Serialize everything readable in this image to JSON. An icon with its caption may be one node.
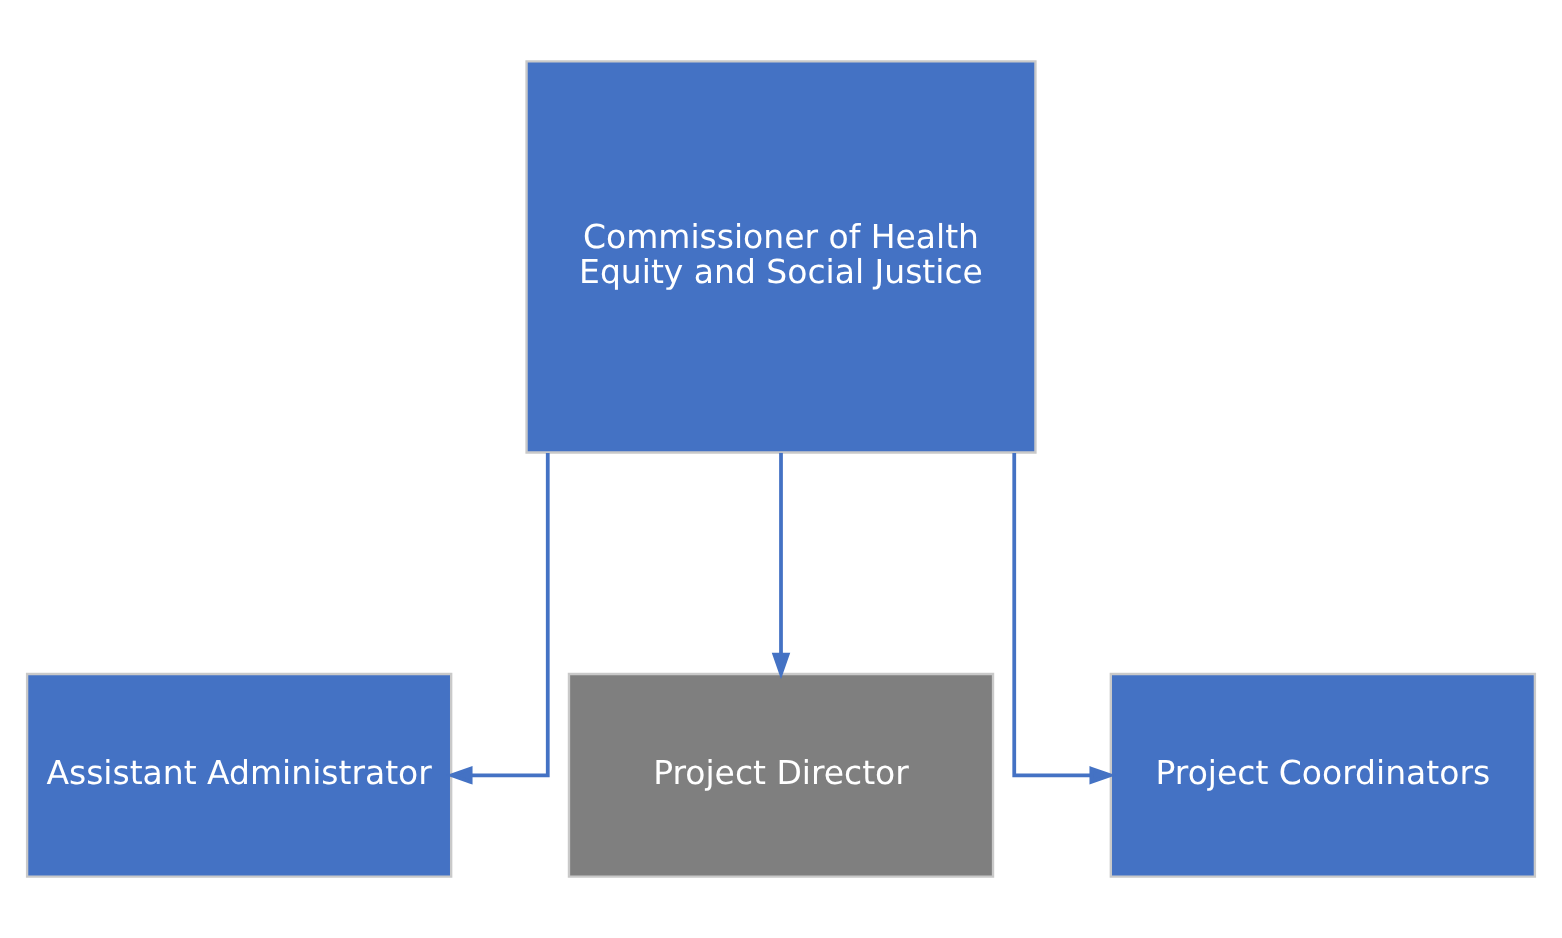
{
  "diagram": {
    "nodes": [
      {
        "text": [
          "Commissioner of Health Equity and Social Justice"
        ]
      },
      {
        "text": [
          "Assistant Administrator"
        ]
      },
      {
        "text": [
          "Project Director"
        ]
      },
      {
        "text": [
          "Project Coordinators"
        ]
      }
    ],
    "edges": [
      {
        "from": 0,
        "to": 1,
        "arrow": "to"
      },
      {
        "from": 0,
        "to": 2,
        "arrow": "to"
      },
      {
        "from": 0,
        "to": 3,
        "arrow": "to"
      }
    ]
  }
}
